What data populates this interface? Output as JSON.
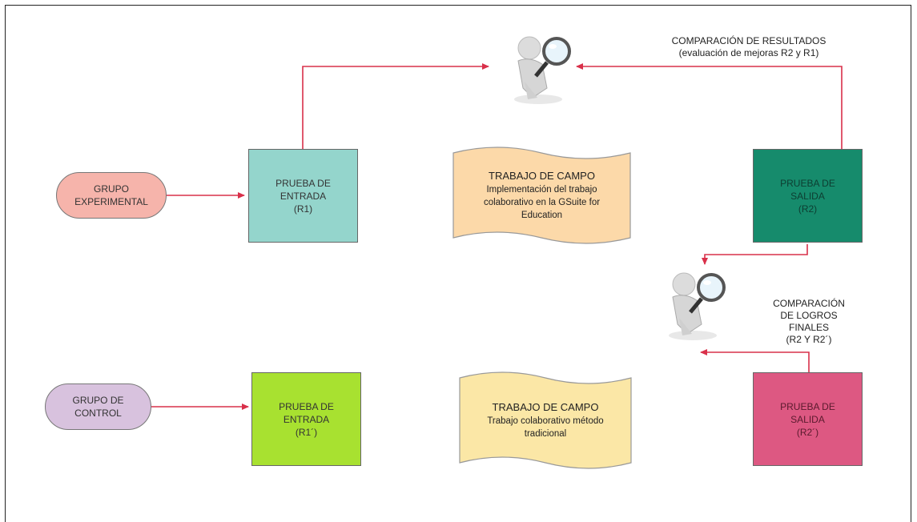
{
  "nodes": {
    "grupo_experimental": {
      "line1": "GRUPO",
      "line2": "EXPERIMENTAL"
    },
    "grupo_control": {
      "line1": "GRUPO DE",
      "line2": "CONTROL"
    },
    "prueba_entrada_r1": {
      "line1": "PRUEBA DE",
      "line2": "ENTRADA",
      "line3": "(R1)"
    },
    "prueba_entrada_r1p": {
      "line1": "PRUEBA DE",
      "line2": "ENTRADA",
      "line3": "(R1´)"
    },
    "trabajo_campo_exp": {
      "title": "TRABAJO DE CAMPO",
      "line1": "Implementación del trabajo",
      "line2": "colaborativo en la GSuite for",
      "line3": "Education"
    },
    "trabajo_campo_ctrl": {
      "title": "TRABAJO DE CAMPO",
      "line1": "Trabajo colaborativo método",
      "line2": "tradicional"
    },
    "prueba_salida_r2": {
      "line1": "PRUEBA DE",
      "line2": "SALIDA",
      "line3": "(R2)"
    },
    "prueba_salida_r2p": {
      "line1": "PRUEBA DE",
      "line2": "SALIDA",
      "line3": "(R2´)"
    }
  },
  "captions": {
    "comparacion_resultados": {
      "line1": "COMPARACIÓN DE RESULTADOS",
      "line2": "(evaluación de mejoras R2 y R1)"
    },
    "comparacion_logros": {
      "line1": "COMPARACIÓN",
      "line2": "DE LOGROS",
      "line3": "FINALES",
      "line4": "(R2 Y R2´)"
    }
  },
  "icons": [
    "magnifier-person-icon",
    "magnifier-person-icon"
  ],
  "colors": {
    "arrow": "#d9304a",
    "grupo_experimental": "#f6b4ab",
    "grupo_control": "#d8c2de",
    "prueba_entrada_r1": "#94d5cc",
    "prueba_entrada_r1p": "#a8e130",
    "trabajo_campo_exp": "#fcd9a9",
    "trabajo_campo_ctrl": "#fbe7a6",
    "prueba_salida_r2": "#168b6c",
    "prueba_salida_r2p": "#dd5882"
  }
}
